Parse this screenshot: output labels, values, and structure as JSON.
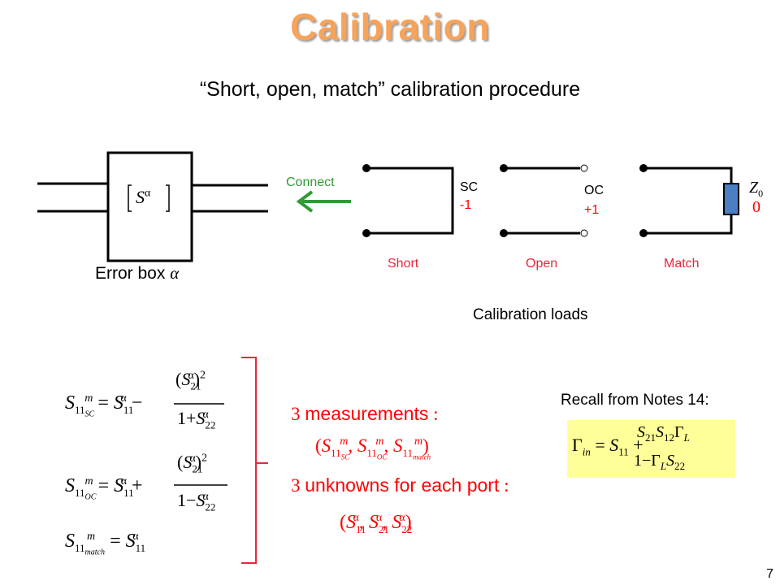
{
  "slide": {
    "title": "Calibration",
    "subtitle": "“Short, open, match” calibration procedure",
    "page_number": "7"
  },
  "error_box": {
    "label": "Error box",
    "alpha_symbol": "α",
    "matrix_symbol": "S",
    "matrix_superscript": "α"
  },
  "connect": {
    "label": "Connect"
  },
  "loads": {
    "short": {
      "name": "Short",
      "tag": "SC",
      "value": "-1"
    },
    "open": {
      "name": "Open",
      "tag": "OC",
      "value": "+1"
    },
    "match": {
      "name": "Match",
      "impedance": "Z",
      "impedance_sub": "0",
      "value": "0"
    },
    "caption": "Calibration loads"
  },
  "equations": {
    "eq1": "S11,SC m = S11 α − (S21 α)² / (1 + S22 α)",
    "eq2": "S11,OC m = S11 α + (S21 α)² / (1 − S22 α)",
    "eq3": "S11,match m = S11 α"
  },
  "measurements": {
    "heading": "3 measurements :",
    "heading_number": "3",
    "heading_text": "measurements",
    "unknowns_number": "3",
    "unknowns_text": "unknowns for each port"
  },
  "recall": {
    "label": "Recall from Notes 14:",
    "formula": "Γin = S11 + S21 S12 ΓL / (1 − ΓL S22)"
  },
  "colors": {
    "title": "#f7a35a",
    "accent_red": "#ff0000",
    "load_label": "#e8273b",
    "arrow_green": "#339933",
    "recall_bg": "#ffff99",
    "resistor_blue": "#4a7fc1"
  }
}
